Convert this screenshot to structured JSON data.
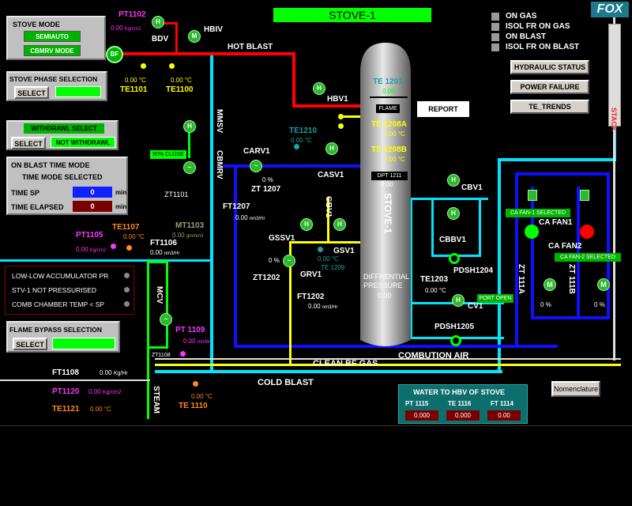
{
  "title": "STOVE-1",
  "brand": "FOX",
  "stove_mode": {
    "heading": "STOVE MODE",
    "option1": "SEMIAUTO",
    "option2": "CBMRV MODE"
  },
  "phase_selection": {
    "heading": "STOVE PHASE SELECTION",
    "button": "SELECT"
  },
  "withdrawl": {
    "heading": "WITHDRAWL SELECT",
    "button": "SELECT",
    "status": "NOT WITHDRAWL"
  },
  "on_blast_time": {
    "heading": "ON BLAST TIME MODE",
    "subheading": "TIME MODE SELECTED",
    "sp_label": "TIME SP",
    "sp_value": "0",
    "sp_unit": "min",
    "elapsed_label": "TIME ELAPSED",
    "elapsed_value": "0",
    "elapsed_unit": "min"
  },
  "alarms": [
    "LOW-LOW ACCUMULATOR PR",
    "STV-1 NOT PRESSURISED",
    "COMB CHAMBER TEMP < SP"
  ],
  "flame_bypass": {
    "heading": "FLAME BYPASS SELECTION",
    "button": "SELECT"
  },
  "legend": [
    "ON GAS",
    "ISOL FR ON GAS",
    "ON BLAST",
    "ISOL FR ON BLAST"
  ],
  "buttons": {
    "hydraulic": "HYDRAULIC STATUS",
    "power": "POWER FAILURE",
    "trends": "TE_TRENDS",
    "report": "REPORT",
    "nomenclature": "Nomenclature"
  },
  "flame_label": "FLAME",
  "stove_label": "STOVE-1",
  "instruments": {
    "pt1102": {
      "tag": "PT1102",
      "value": "0.00",
      "unit": "Kg/cm2"
    },
    "te1101": {
      "tag": "TE1101",
      "value": "0.00",
      "unit": "°C"
    },
    "te1100": {
      "tag": "TE1100",
      "value": "0.00",
      "unit": "°C"
    },
    "te1201": {
      "tag": "TE 1201",
      "value": "0.00"
    },
    "te1208a": {
      "tag": "TE 1208A",
      "value": "0.00",
      "unit": "°C"
    },
    "te1208b": {
      "tag": "TE 1208B",
      "value": "0.00",
      "unit": "°C"
    },
    "te1210": {
      "tag": "TE1210",
      "value": "0.00",
      "unit": "°C"
    },
    "dpt1211": {
      "tag": "DPT 1211",
      "value": "0.00"
    },
    "ft1207": {
      "tag": "FT1207",
      "value": "0.00",
      "unit": "nm3/Hr"
    },
    "zt1207": {
      "value": "0",
      "unit": "%",
      "tag": "ZT 1207"
    },
    "zt1101": {
      "tag": "ZT1101"
    },
    "mt1103": {
      "tag": "MT1103",
      "value": "0.00",
      "unit": "gm/nm3"
    },
    "te1107": {
      "tag": "TE1107",
      "value": "0.00",
      "unit": "°C"
    },
    "pt1105": {
      "tag": "PT1105",
      "value": "0.00",
      "unit": "Kg/cm2"
    },
    "ft1106": {
      "tag": "FT1106",
      "value": "0.00",
      "unit": "nm3/Hr"
    },
    "zt1202": {
      "value": "0",
      "unit": "%",
      "tag": "ZT1202"
    },
    "te1209": {
      "tag": "TE 1209",
      "value": "0.00",
      "unit": "°C"
    },
    "ft1202": {
      "tag": "FT1202",
      "value": "0.00",
      "unit": "nm3/Hr"
    },
    "diff_pressure": {
      "label1": "DIFFRENTIAL",
      "label2": "PRESSURE",
      "value": "0.00"
    },
    "te1203": {
      "tag": "TE1203",
      "value": "0.00",
      "unit": "°C"
    },
    "pt1109": {
      "tag": "PT 1109",
      "value": "0.00",
      "unit": "mmWc"
    },
    "zt1108": {
      "tag": "ZT1108"
    },
    "ft1108": {
      "tag": "FT1108",
      "value": "0.00",
      "unit": "Kg/Hr"
    },
    "pt1120": {
      "tag": "PT1120",
      "value": "0.00",
      "unit": "Kg/cm2"
    },
    "te1121": {
      "tag": "TE1121",
      "value": "0.00",
      "unit": "°C"
    },
    "te1110": {
      "tag": "TE 1110",
      "value": "0.00",
      "unit": "°C"
    },
    "zt1111a": {
      "tag": "ZT 111A",
      "value": "0",
      "unit": "%"
    },
    "zt1111b": {
      "tag": "ZT 111B",
      "value": "0",
      "unit": "%"
    }
  },
  "valves": {
    "bdv": "BDV",
    "hbiv": "HBIV",
    "hbv1": "HBV1",
    "mmsv": "MMSV",
    "cbmrv": "CBMRV",
    "carv1": "CARV1",
    "casv1": "CASV1",
    "gbv1": "GBV1",
    "gssv1": "GSSV1",
    "gsv1": "GSV1",
    "grv1": "GRV1",
    "cbv1": "CBV1",
    "cbbv1": "CBBV1",
    "pdsh1204": "PDSH1204",
    "pdsh1205": "PDSH1205",
    "cv1": "CV1",
    "mcv": "MCV",
    "bf": "BF"
  },
  "line_labels": {
    "hot_blast": "HOT BLAST",
    "clean_bf_gas": "CLEAN BF GAS",
    "cold_blast": "COLD BLAST",
    "combution_air": "COMBUTION AIR",
    "steam": "STEAM",
    "stack": "STACK"
  },
  "badges": {
    "close90": "90% CLOSE",
    "port_open": "PORT OPEN",
    "ca_fan1_selected": "CA FAN-1 SELECTED",
    "ca_fan2_selected": "CA FAN-2 SELECTED"
  },
  "fans": {
    "fan1": "CA FAN1",
    "fan2": "CA FAN2"
  },
  "water_panel": {
    "title": "WATER TO HBV OF STOVE",
    "cols": [
      {
        "tag": "PT 1115",
        "value": "0.000"
      },
      {
        "tag": "TE 1116",
        "value": "0.000"
      },
      {
        "tag": "FT 1114",
        "value": "0.00"
      }
    ]
  },
  "colors": {
    "hot_blast": "#ff0000",
    "cold_blast": "#00e5ff",
    "gas": "#ffff00",
    "air": "#1010ff",
    "steam": "#00ff00"
  }
}
